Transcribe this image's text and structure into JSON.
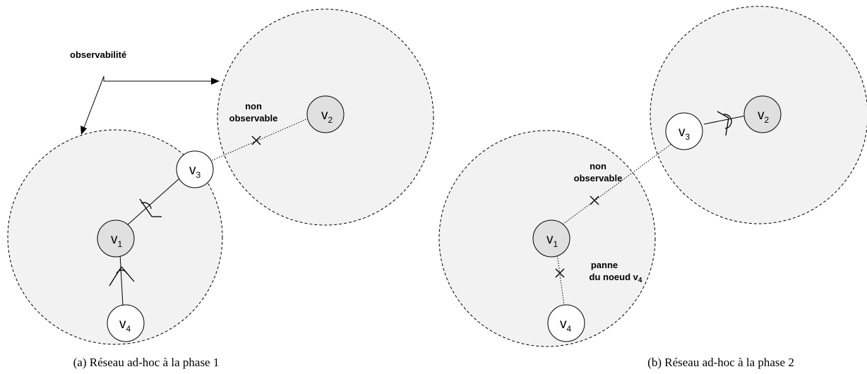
{
  "panel_a": {
    "caption": "(a) Réseau ad-hoc à la phase 1",
    "label_observabilite": "observabilité",
    "label_non": "non",
    "label_observable": "observable",
    "nodes": [
      {
        "id": "v2",
        "base": "v",
        "sub": "2",
        "highlighted": true
      },
      {
        "id": "v3",
        "base": "v",
        "sub": "3",
        "highlighted": false
      },
      {
        "id": "v1",
        "base": "v",
        "sub": "1",
        "highlighted": true
      },
      {
        "id": "v4",
        "base": "v",
        "sub": "4",
        "highlighted": false
      }
    ]
  },
  "panel_b": {
    "caption": "(b) Réseau ad-hoc à la phase 2",
    "label_non": "non",
    "label_observable": "observable",
    "label_panne": "panne",
    "label_du_noeud": "du noeud v",
    "label_du_noeud_sub": "4",
    "nodes": [
      {
        "id": "v2",
        "base": "v",
        "sub": "2",
        "highlighted": true
      },
      {
        "id": "v3",
        "base": "v",
        "sub": "3",
        "highlighted": false
      },
      {
        "id": "v1",
        "base": "v",
        "sub": "1",
        "highlighted": true
      },
      {
        "id": "v4",
        "base": "v",
        "sub": "4",
        "highlighted": false
      }
    ]
  },
  "colors": {
    "zone_fill": "#f2f2f2",
    "node_highlight": "#e0e0e0",
    "node_plain": "#ffffff",
    "stroke": "#000000"
  }
}
